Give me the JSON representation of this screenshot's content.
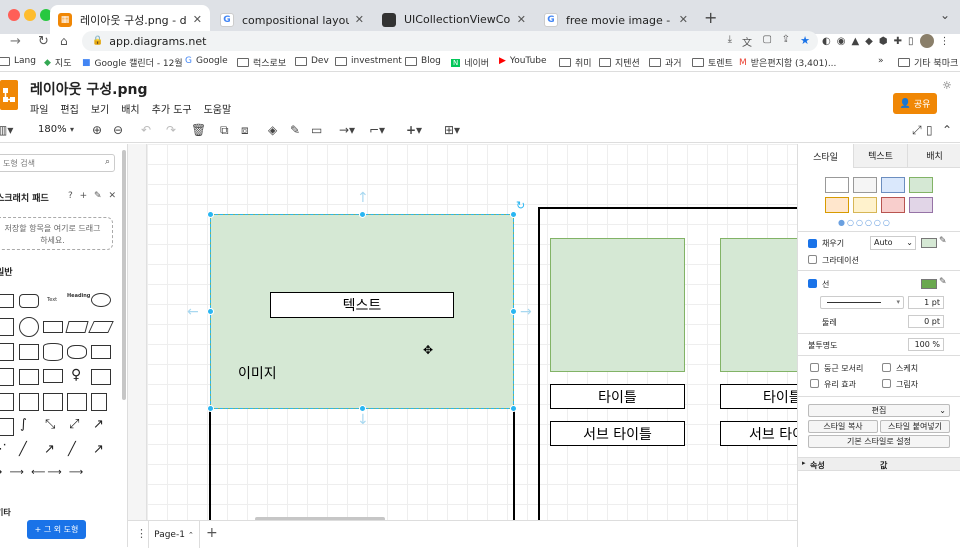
{
  "browser": {
    "tabs": [
      {
        "title": "레이아웃 구성.png - diagrams.net",
        "active": true
      },
      {
        "title": "compositional layout - Google 검색"
      },
      {
        "title": "UICollectionViewCompositionalLayout"
      },
      {
        "title": "free movie image - Google 검색"
      }
    ],
    "url": "app.diagrams.net",
    "bookmarks": [
      "Lang",
      "지도",
      "Google 캘린더 - 12월",
      "Google",
      "럭스로보",
      "Dev",
      "investment",
      "Blog",
      "네이버",
      "YouTube",
      "취미",
      "지텐션",
      "과거",
      "토렌트",
      "받은편지함 (3,401)..."
    ],
    "bookmarks_more": "»",
    "other_bookmarks": "기타 북마크"
  },
  "app": {
    "file_title": "레이아웃 구성.png",
    "menu": [
      "파일",
      "편집",
      "보기",
      "배치",
      "추가 도구",
      "도움말"
    ],
    "share_label": "공유",
    "zoom": "180%"
  },
  "left": {
    "search_placeholder": "도형 검색",
    "scratchpad_title": "스크래치 패드",
    "scratchpad_icons": "? + ✎ ✕",
    "scratchpad_hint": "저장할 항목을 여기로 드래그하세요.",
    "general_title": "일반",
    "other_title": "기타",
    "more_shapes": "+ 그 외 도형",
    "text_shape_label": "Text",
    "heading_shape_label": "Heading"
  },
  "canvas": {
    "text_label": "텍스트",
    "image_label": "이미지",
    "card1_title": "타이틀",
    "card1_subtitle": "서브 타이틀",
    "card2_title": "타이틀",
    "card2_subtitle": "서브 타이틀"
  },
  "bottom": {
    "page": "Page-1"
  },
  "right": {
    "tabs": [
      "스타일",
      "텍스트",
      "배치"
    ],
    "fill_label": "채우기",
    "fill_mode": "Auto",
    "gradient_label": "그라데이션",
    "line_label": "선",
    "line_width": "1 pt",
    "perimeter_label": "둘레",
    "perimeter_width": "0 pt",
    "opacity_label": "불투명도",
    "opacity_value": "100 %",
    "rounded_label": "둥근 모서리",
    "sketch_label": "스케치",
    "glass_label": "유리 효과",
    "shadow_label": "그림자",
    "edit_label": "편집",
    "copy_style": "스타일 복사",
    "paste_style": "스타일 붙여넣기",
    "set_default": "기본 스타일로 설정",
    "prop_col": "속성",
    "value_col": "값"
  },
  "colors": {
    "accent_blue": "#1a73e8",
    "share_orange": "#f08705",
    "shape_fill_green": "#d5e8d4",
    "shape_stroke_green": "#82b366",
    "selection_blue": "#29b6f2"
  },
  "swatches": [
    "#ffffff",
    "#f5f5f5",
    "#dae8fc",
    "#d5e8d4",
    "#ffe6cc",
    "#fff2cc",
    "#f8cecc",
    "#e1d5e7"
  ]
}
